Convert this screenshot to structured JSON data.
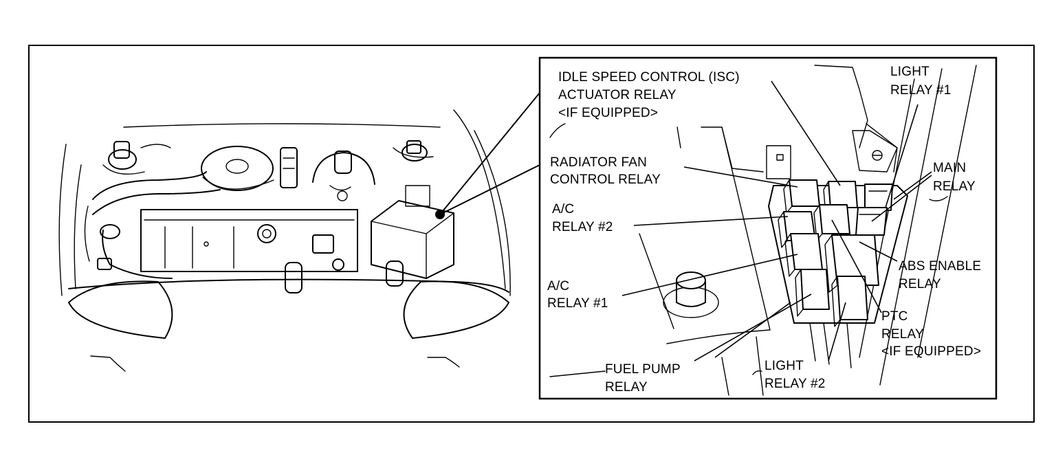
{
  "labels": {
    "isc": [
      "IDLE SPEED CONTROL (ISC)",
      "ACTUATOR RELAY",
      "<IF EQUIPPED>"
    ],
    "light1": [
      "LIGHT",
      "RELAY  #1"
    ],
    "radiator": [
      "RADIATOR FAN",
      "CONTROL RELAY"
    ],
    "main": [
      "MAIN",
      "RELAY"
    ],
    "ac2": [
      "A/C",
      "RELAY  #2"
    ],
    "abs": [
      "ABS ENABLE",
      "RELAY"
    ],
    "ac1": [
      "A/C",
      "RELAY  #1"
    ],
    "ptc": [
      "PTC",
      "RELAY",
      "<IF EQUIPPED>"
    ],
    "fuel": [
      "FUEL PUMP",
      "RELAY"
    ],
    "light2": [
      "LIGHT",
      "RELAY  #2"
    ]
  }
}
